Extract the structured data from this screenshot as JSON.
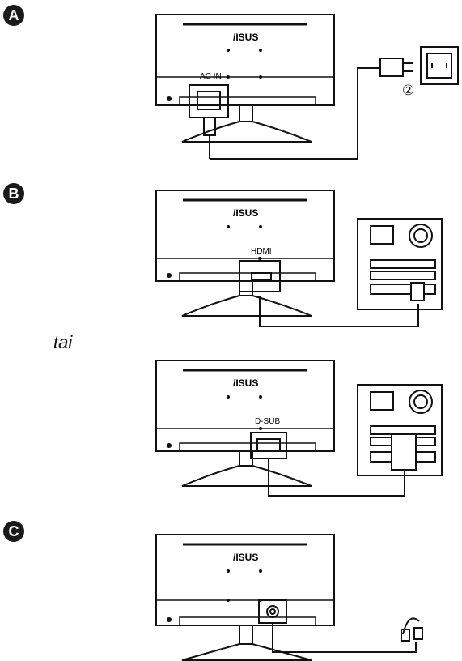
{
  "steps": [
    {
      "id": "A",
      "brand": "/ISUS",
      "port_label": "AC IN",
      "callout": "②"
    },
    {
      "id": "B",
      "brand": "/ISUS",
      "port_label": "HDMI"
    },
    {
      "id": "B2",
      "brand": "/ISUS",
      "port_label": "D-SUB"
    },
    {
      "id": "C",
      "brand": "/ISUS"
    }
  ],
  "or_text": "tai"
}
